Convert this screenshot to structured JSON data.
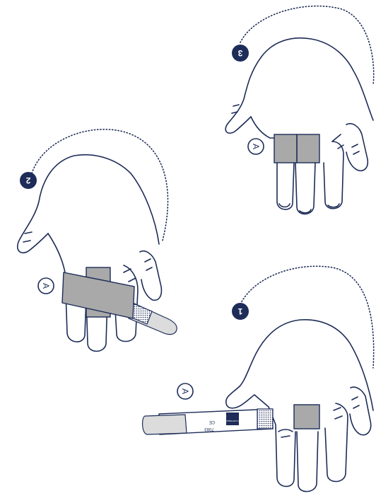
{
  "steps": [
    {
      "number": "1",
      "marker": "A"
    },
    {
      "number": "2",
      "marker": "A"
    },
    {
      "number": "3",
      "marker": "A"
    }
  ],
  "strip": {
    "code": "7083",
    "ce_mark": "CE",
    "logo_text": "PLASTOHEAL"
  },
  "colors": {
    "ink": "#1d2c58",
    "bandage": "#a9a9a9",
    "pad": "#dcdcdc",
    "background": "#ffffff"
  }
}
